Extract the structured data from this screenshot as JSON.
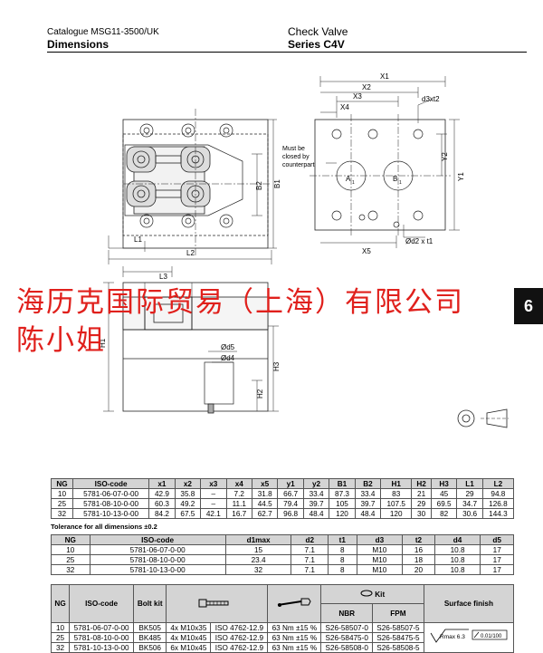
{
  "header": {
    "catalogue": "Catalogue MSG11-3500/UK",
    "section": "Dimensions",
    "product": "Check Valve",
    "series": "Series C4V"
  },
  "drawing_labels": {
    "note": [
      "Must be",
      "closed by",
      "counterpart"
    ],
    "side_dims": [
      "L1",
      "L2",
      "B1",
      "B2"
    ],
    "face_dims": [
      "X1",
      "X2",
      "X3",
      "X4",
      "X5",
      "d3xt2",
      "Y1",
      "Y2",
      "A",
      "1",
      "B",
      "1",
      "Ød2 x t1"
    ],
    "front_dims": [
      "L3",
      "Ød5",
      "Ød4",
      "H1",
      "H2",
      "H3"
    ]
  },
  "watermark": {
    "line1": "海历克国际贸易（上海）有限公司",
    "line2": "陈小姐"
  },
  "tab_number": "6",
  "table1": {
    "headers": [
      "NG",
      "ISO-code",
      "x1",
      "x2",
      "x3",
      "x4",
      "x5",
      "y1",
      "y2",
      "B1",
      "B2",
      "H1",
      "H2",
      "H3",
      "L1",
      "L2"
    ],
    "rows": [
      [
        "10",
        "5781-06-07-0-00",
        "42.9",
        "35.8",
        "–",
        "7.2",
        "31.8",
        "66.7",
        "33.4",
        "87.3",
        "33.4",
        "83",
        "21",
        "45",
        "29",
        "94.8"
      ],
      [
        "25",
        "5781-08-10-0-00",
        "60.3",
        "49.2",
        "–",
        "11.1",
        "44.5",
        "79.4",
        "39.7",
        "105",
        "39.7",
        "107.5",
        "29",
        "69.5",
        "34.7",
        "126.8"
      ],
      [
        "32",
        "5781-10-13-0-00",
        "84.2",
        "67.5",
        "42.1",
        "16.7",
        "62.7",
        "96.8",
        "48.4",
        "120",
        "48.4",
        "120",
        "30",
        "82",
        "30.6",
        "144.3"
      ]
    ]
  },
  "tolerance": "Tolerance for all dimensions ±0.2",
  "table2": {
    "headers": [
      "NG",
      "ISO-code",
      "d1max",
      "d2",
      "t1",
      "d3",
      "t2",
      "d4",
      "d5"
    ],
    "rows": [
      [
        "10",
        "5781-06-07-0-00",
        "15",
        "7.1",
        "8",
        "M10",
        "16",
        "10.8",
        "17"
      ],
      [
        "25",
        "5781-08-10-0-00",
        "23.4",
        "7.1",
        "8",
        "M10",
        "18",
        "10.8",
        "17"
      ],
      [
        "32",
        "5781-10-13-0-00",
        "32",
        "7.1",
        "8",
        "M10",
        "20",
        "10.8",
        "17"
      ]
    ]
  },
  "table3": {
    "headers": {
      "ng": "NG",
      "iso": "ISO-code",
      "bolt_kit": "Bolt kit",
      "kit": "Kit",
      "nbr": "NBR",
      "fpm": "FPM",
      "surface": "Surface finish"
    },
    "rows": [
      [
        "10",
        "5781-06-07-0-00",
        "BK505",
        "4x M10x35",
        "ISO 4762-12.9",
        "63 Nm ±15 %",
        "S26-58507-0",
        "S26-58507-5"
      ],
      [
        "25",
        "5781-08-10-0-00",
        "BK485",
        "4x M10x45",
        "ISO 4762-12.9",
        "63 Nm ±15 %",
        "S26-58475-0",
        "S26-58475-5"
      ],
      [
        "32",
        "5781-10-13-0-00",
        "BK506",
        "6x M10x45",
        "ISO 4762-12.9",
        "63 Nm ±15 %",
        "S26-58508-0",
        "S26-58508-5"
      ]
    ],
    "surface_symbols": [
      "Rmax 6.3",
      "0.01/100"
    ]
  }
}
